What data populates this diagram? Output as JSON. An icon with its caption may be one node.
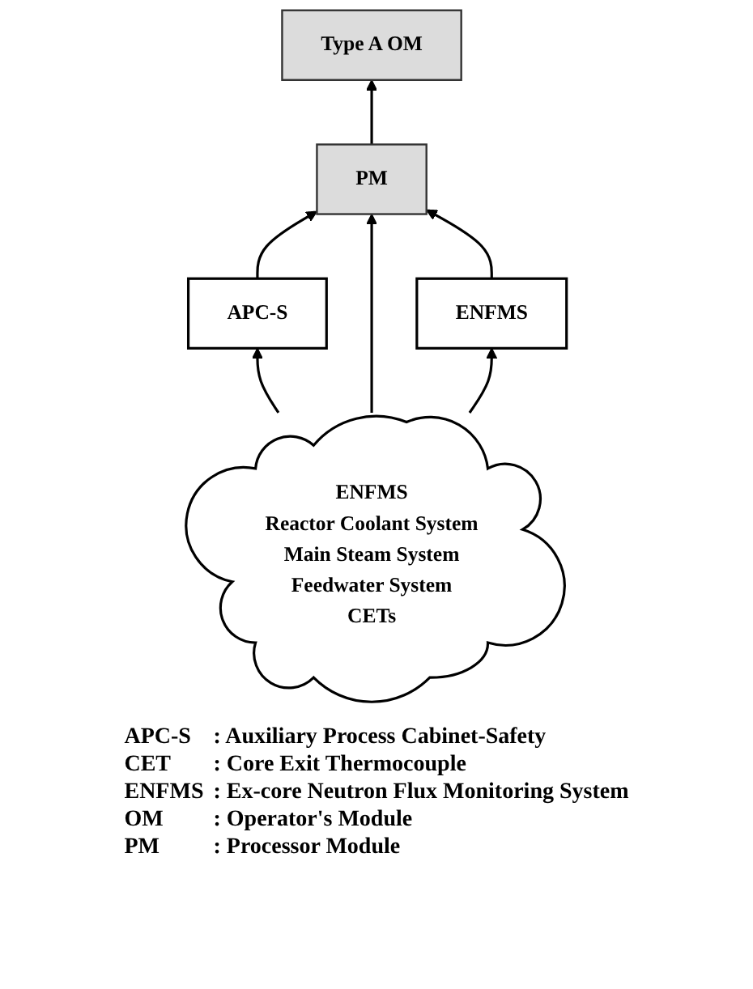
{
  "diagram": {
    "nodes": [
      {
        "text": [
          "Type A OM"
        ]
      },
      {
        "text": [
          "PM"
        ]
      },
      {
        "text": [
          "APC-S"
        ]
      },
      {
        "text": [
          "ENFMS"
        ]
      },
      {
        "text": [
          "ENFMS",
          "Reactor Coolant System",
          "Main Steam System",
          "Feedwater System",
          "CETs"
        ]
      }
    ],
    "edges": [
      {
        "from": 1,
        "to": 0,
        "arrow": "to"
      },
      {
        "from": 2,
        "to": 1,
        "arrow": "to"
      },
      {
        "from": 4,
        "to": 1,
        "arrow": "to"
      },
      {
        "from": 3,
        "to": 1,
        "arrow": "to"
      },
      {
        "from": 4,
        "to": 2,
        "arrow": "to"
      },
      {
        "from": 4,
        "to": 3,
        "arrow": "to"
      }
    ],
    "labels": [
      "APC-S",
      ": Auxiliary Process Cabinet-Safety",
      "CET",
      ": Core Exit Thermocouple",
      "ENFMS",
      ": Ex-core Neutron Flux Monitoring System",
      "OM",
      ": Operator's Module",
      "PM",
      ": Processor Module"
    ]
  }
}
